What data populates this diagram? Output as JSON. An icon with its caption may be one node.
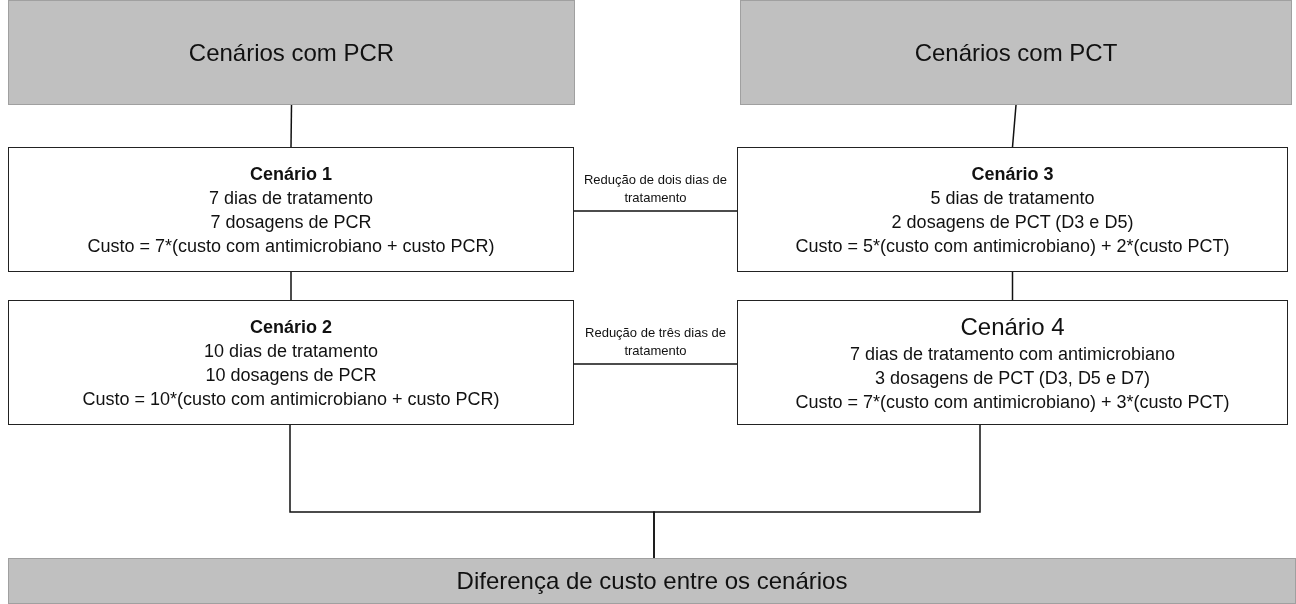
{
  "diagram": {
    "nodes": [
      {
        "text": [
          "Cenários com PCR"
        ]
      },
      {
        "text": [
          "Cenários com PCT"
        ]
      },
      {
        "text": [
          "Cenário 1",
          "7 dias de tratamento",
          "7 dosagens de PCR",
          "Custo = 7*(custo com antimicrobiano + custo PCR)"
        ]
      },
      {
        "text": [
          "Cenário 3",
          "5 dias de tratamento",
          "2 dosagens de PCT (D3 e D5)",
          "Custo = 5*(custo com antimicrobiano) + 2*(custo PCT)"
        ]
      },
      {
        "text": [
          "Cenário 2",
          "10 dias de tratamento",
          "10 dosagens de PCR",
          "Custo = 10*(custo com antimicrobiano + custo PCR)"
        ]
      },
      {
        "text": [
          "Cenário 4",
          "7 dias de tratamento com antimicrobiano",
          "3 dosagens de PCT (D3, D5 e D7)",
          "Custo = 7*(custo com antimicrobiano) + 3*(custo PCT)"
        ]
      },
      {
        "text": [
          "Diferença de custo entre os cenários"
        ]
      }
    ],
    "edges": [
      {
        "from": 0,
        "to": 2,
        "arrow": "none"
      },
      {
        "from": 1,
        "to": 3,
        "arrow": "none"
      },
      {
        "from": 2,
        "to": 3,
        "arrow": "none",
        "label": "Redução de dois dias de tratamento"
      },
      {
        "from": 2,
        "to": 4,
        "arrow": "none"
      },
      {
        "from": 3,
        "to": 5,
        "arrow": "none"
      },
      {
        "from": 4,
        "to": 5,
        "arrow": "none",
        "label": "Redução de três dias de tratamento"
      },
      {
        "from": 4,
        "to": 6,
        "arrow": "none"
      },
      {
        "from": 5,
        "to": 6,
        "arrow": "none"
      }
    ]
  }
}
